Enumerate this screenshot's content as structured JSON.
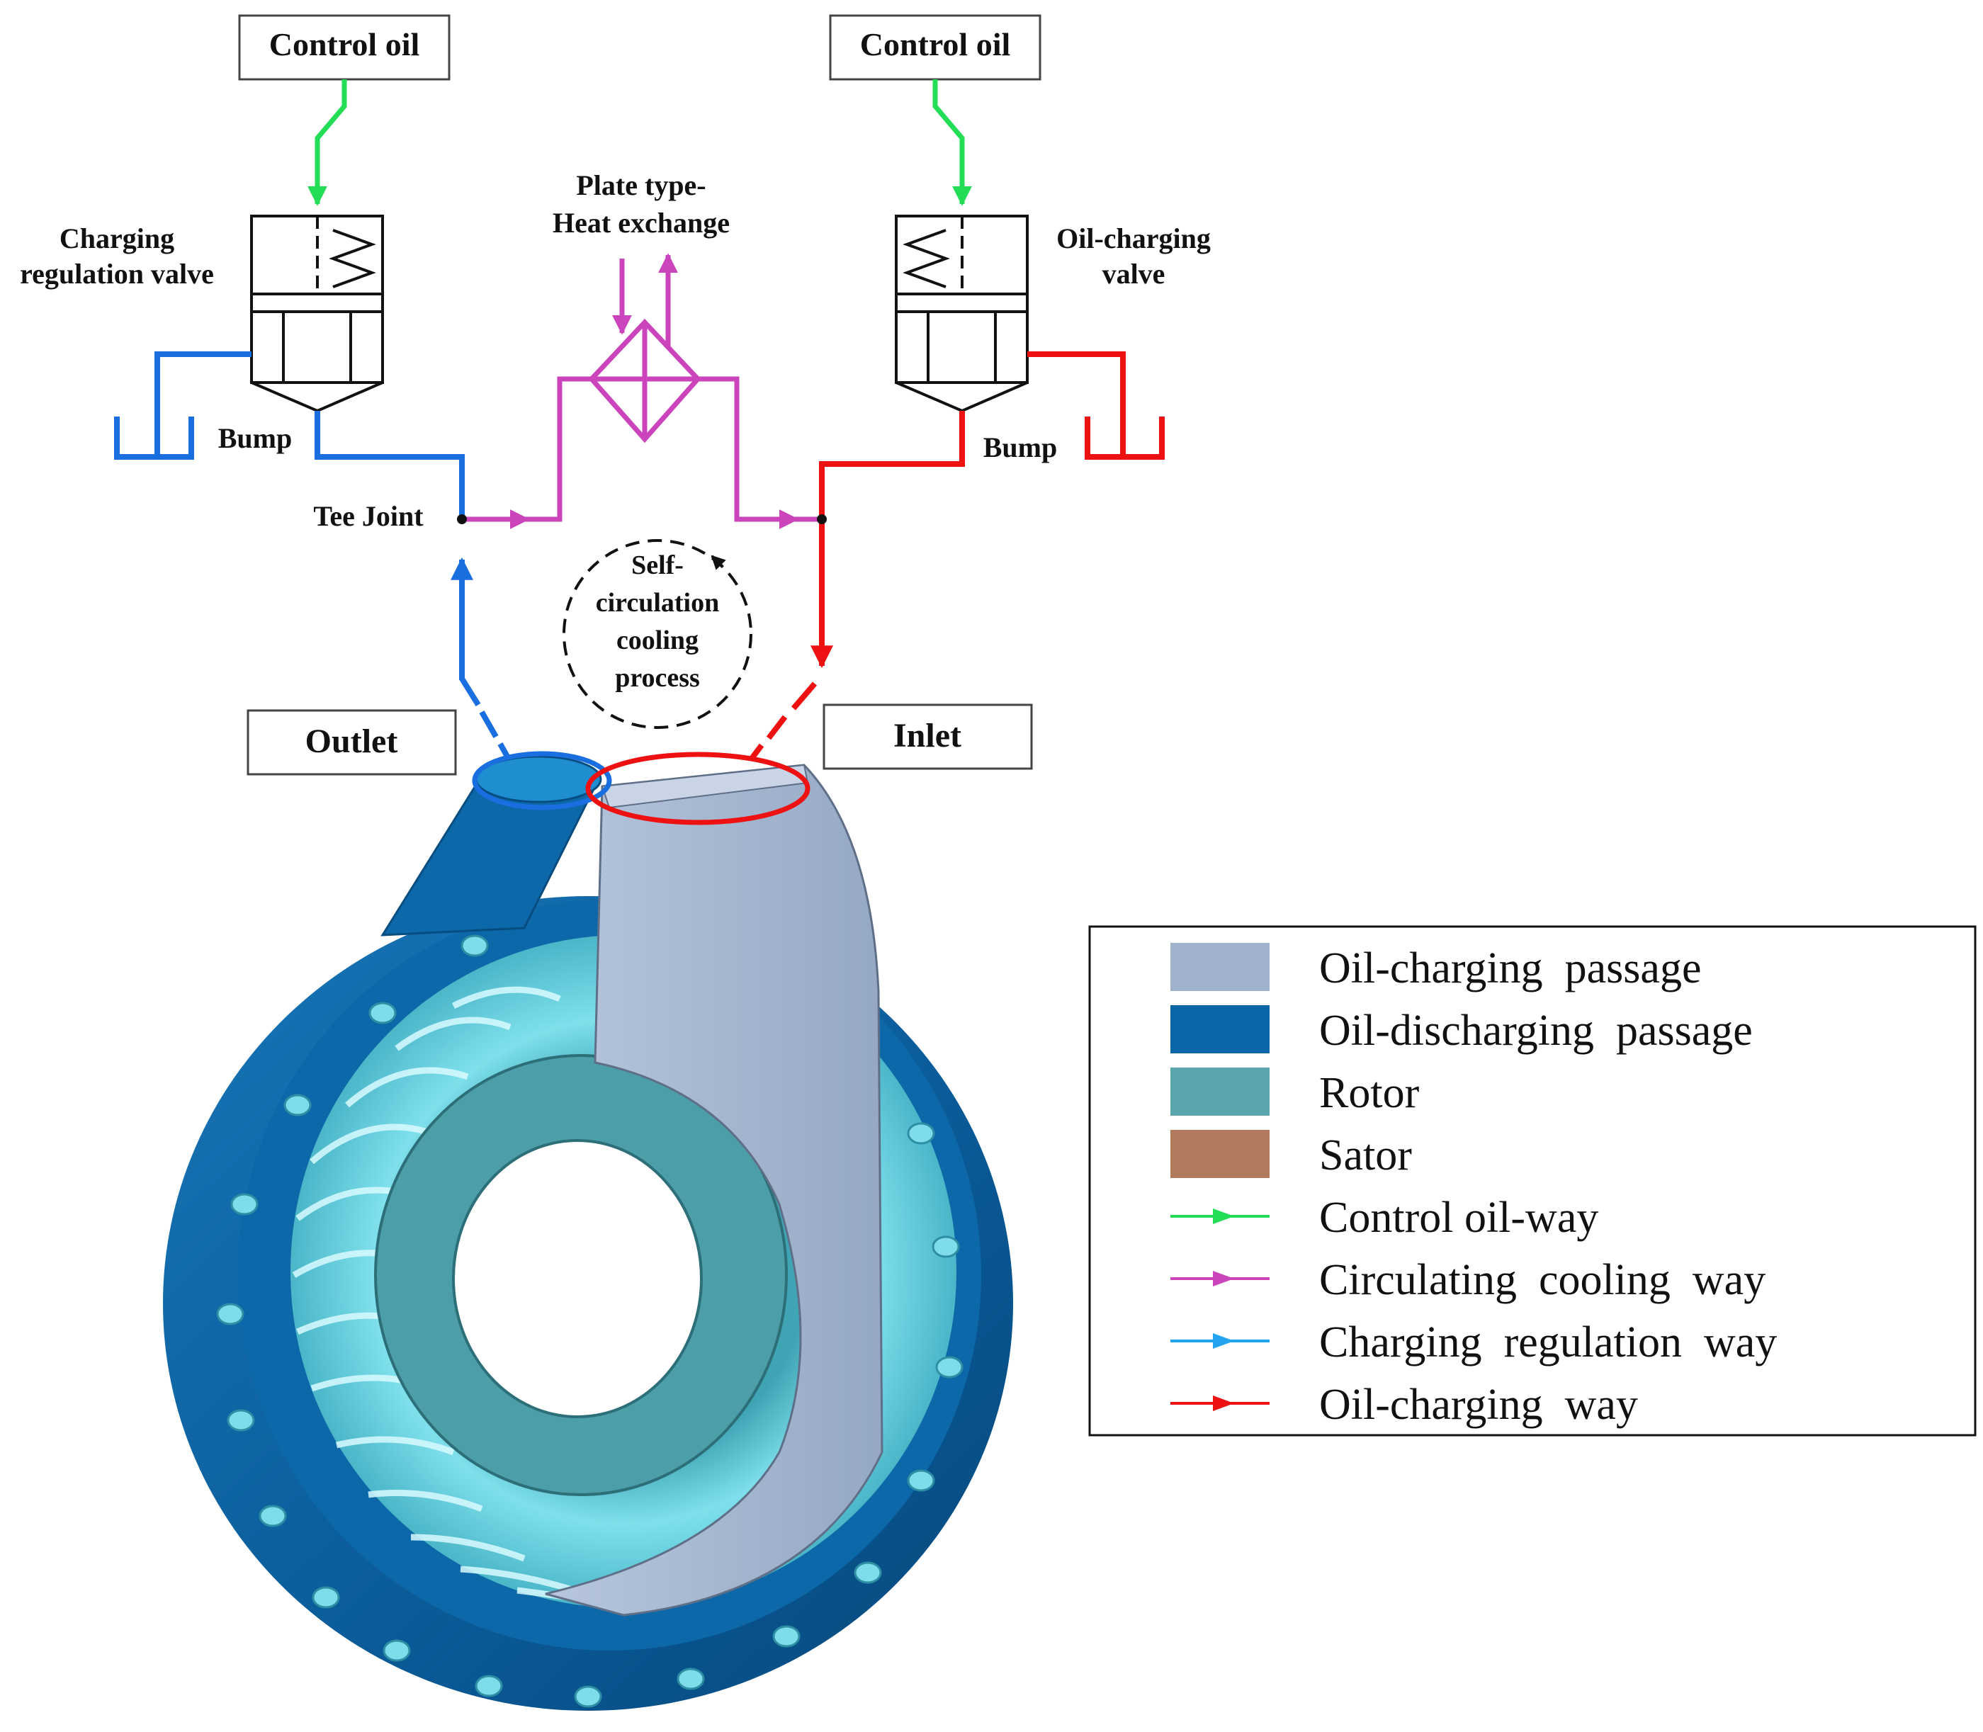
{
  "labels": {
    "control_oil_left": "Control oil",
    "control_oil_right": "Control oil",
    "charging_regulation_valve": [
      "Charging",
      "regulation valve"
    ],
    "oil_charging_valve": [
      "Oil-charging",
      "valve"
    ],
    "heat_exchange": [
      "Plate type-",
      "Heat exchange"
    ],
    "bump_left": "Bump",
    "bump_right": "Bump",
    "tee_joint": "Tee Joint",
    "self_circulation": [
      "Self-",
      "circulation",
      "cooling",
      "process"
    ],
    "outlet": "Outlet",
    "inlet": "Inlet"
  },
  "legend": {
    "items": [
      {
        "label": "Oil-charging  passage",
        "kind": "swatch",
        "color": "#9fb1cb"
      },
      {
        "label": "Oil-discharging  passage",
        "kind": "swatch",
        "color": "#0a66a6"
      },
      {
        "label": "Rotor",
        "kind": "swatch",
        "color": "#5aa6ad"
      },
      {
        "label": "Sator",
        "kind": "swatch",
        "color": "#b27a5c"
      },
      {
        "label": "Control oil-way",
        "kind": "arrow",
        "color": "#22dd55"
      },
      {
        "label": "Circulating  cooling  way",
        "kind": "arrow",
        "color": "#cc44bb"
      },
      {
        "label": "Charging  regulation  way",
        "kind": "arrow",
        "color": "#22a4ee"
      },
      {
        "label": "Oil-charging  way",
        "kind": "arrow",
        "color": "#ee1111"
      }
    ]
  },
  "colors": {
    "control_oil_way": "#22dd55",
    "circulating_cooling_way": "#cc44bb",
    "charging_regulation_way": "#1a6fe0",
    "oil_charging_way": "#ee1111",
    "housing": "#0a5f9e",
    "housing_light": "#1b7fc4",
    "rotor": "#7dd9e6",
    "rotor_dark": "#4fb2c4",
    "stator": "#b27a5c",
    "passage": "#9fb1cb"
  }
}
